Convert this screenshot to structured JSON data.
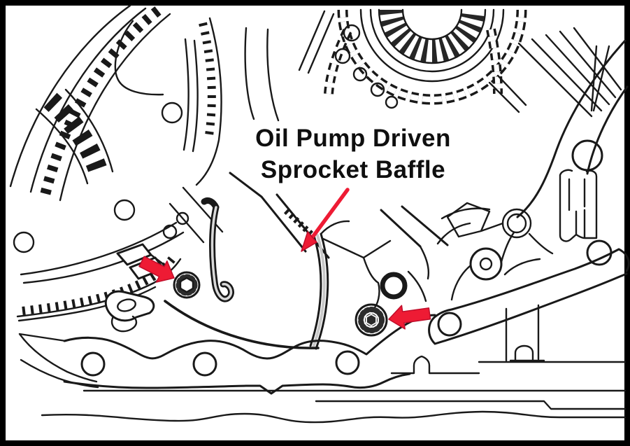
{
  "diagram": {
    "label": {
      "line1": "Oil Pump Driven",
      "line2": "Sprocket Baffle"
    },
    "colors": {
      "arrow_red": "#ee1b34",
      "ink": "#191919",
      "paper": "#ffffff",
      "frame": "#000000"
    },
    "icons": {
      "baffle_callout": "thin-red-arrow-down-left",
      "left_bolt_callout": "solid-red-arrow-pointing-right",
      "right_bolt_callout": "solid-red-arrow-pointing-left"
    }
  }
}
